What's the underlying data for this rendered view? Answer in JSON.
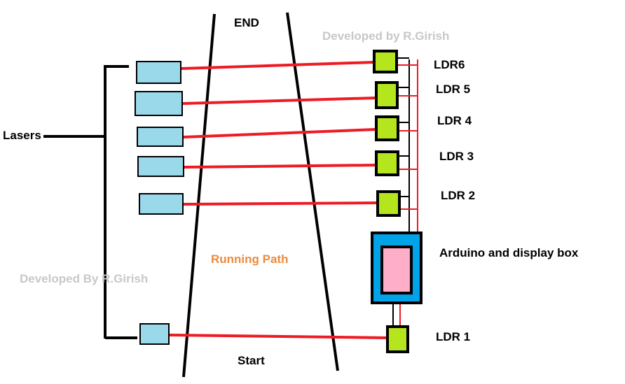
{
  "track": {
    "end_label": "END",
    "start_label": "Start",
    "path_label": "Running Path"
  },
  "lasers": {
    "label": "Lasers"
  },
  "ldrs": [
    {
      "label": "LDR6"
    },
    {
      "label": "LDR 5"
    },
    {
      "label": "LDR 4"
    },
    {
      "label": "LDR 3"
    },
    {
      "label": "LDR 2"
    },
    {
      "label": "LDR 1"
    }
  ],
  "controller": {
    "label": "Arduino and display box"
  },
  "watermarks": {
    "top": "Developed by R.Girish",
    "left": "Developed By R.Girish"
  },
  "colors": {
    "laser_fill": "#99d9ea",
    "ldr_fill": "#b5e61d",
    "beam": "#ed1c24",
    "box_fill": "#00a2e8",
    "display_fill": "#ffaec9",
    "path_text": "#ee8a3a",
    "watermark": "#c8c8c8"
  }
}
